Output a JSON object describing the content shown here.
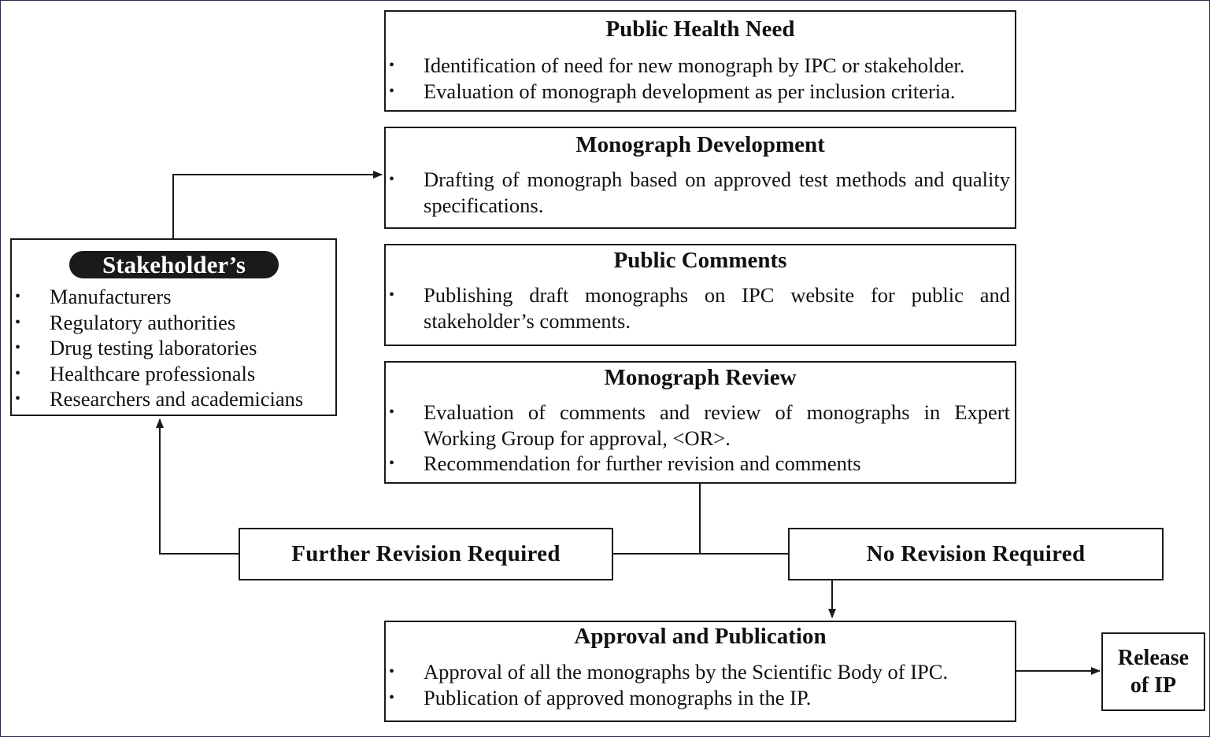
{
  "public_health_need": {
    "title": "Public Health Need",
    "items": [
      "Identification of need for new monograph by IPC or stakeholder.",
      "Evaluation of monograph development as per inclusion criteria."
    ]
  },
  "monograph_development": {
    "title": "Monograph Development",
    "items": [
      "Drafting of monograph based on approved test methods and quality specifications."
    ]
  },
  "public_comments": {
    "title": "Public Comments",
    "items": [
      "Publishing draft monographs on IPC website for public and stakeholder’s comments."
    ]
  },
  "monograph_review": {
    "title": "Monograph Review",
    "items": [
      "Evaluation of comments and review of monographs in Expert Working Group for approval, <OR>.",
      "Recommendation for further revision and comments"
    ]
  },
  "stakeholders": {
    "title": "Stakeholder’s",
    "items": [
      "Manufacturers",
      "Regulatory authorities",
      "Drug testing laboratories",
      "Healthcare professionals",
      "Researchers and academicians"
    ]
  },
  "further_revision": {
    "label": "Further Revision Required"
  },
  "no_revision": {
    "label": "No Revision Required"
  },
  "approval_publication": {
    "title": "Approval and Publication",
    "items": [
      "Approval of all the monographs by the Scientific Body of IPC.",
      "Publication of approved monographs in the IP."
    ]
  },
  "release": {
    "line1": "Release",
    "line2": "of IP"
  },
  "colors": {
    "stroke": "#1a1a1a",
    "pill": "#1a1a1a",
    "border": "#2b2b4a"
  }
}
